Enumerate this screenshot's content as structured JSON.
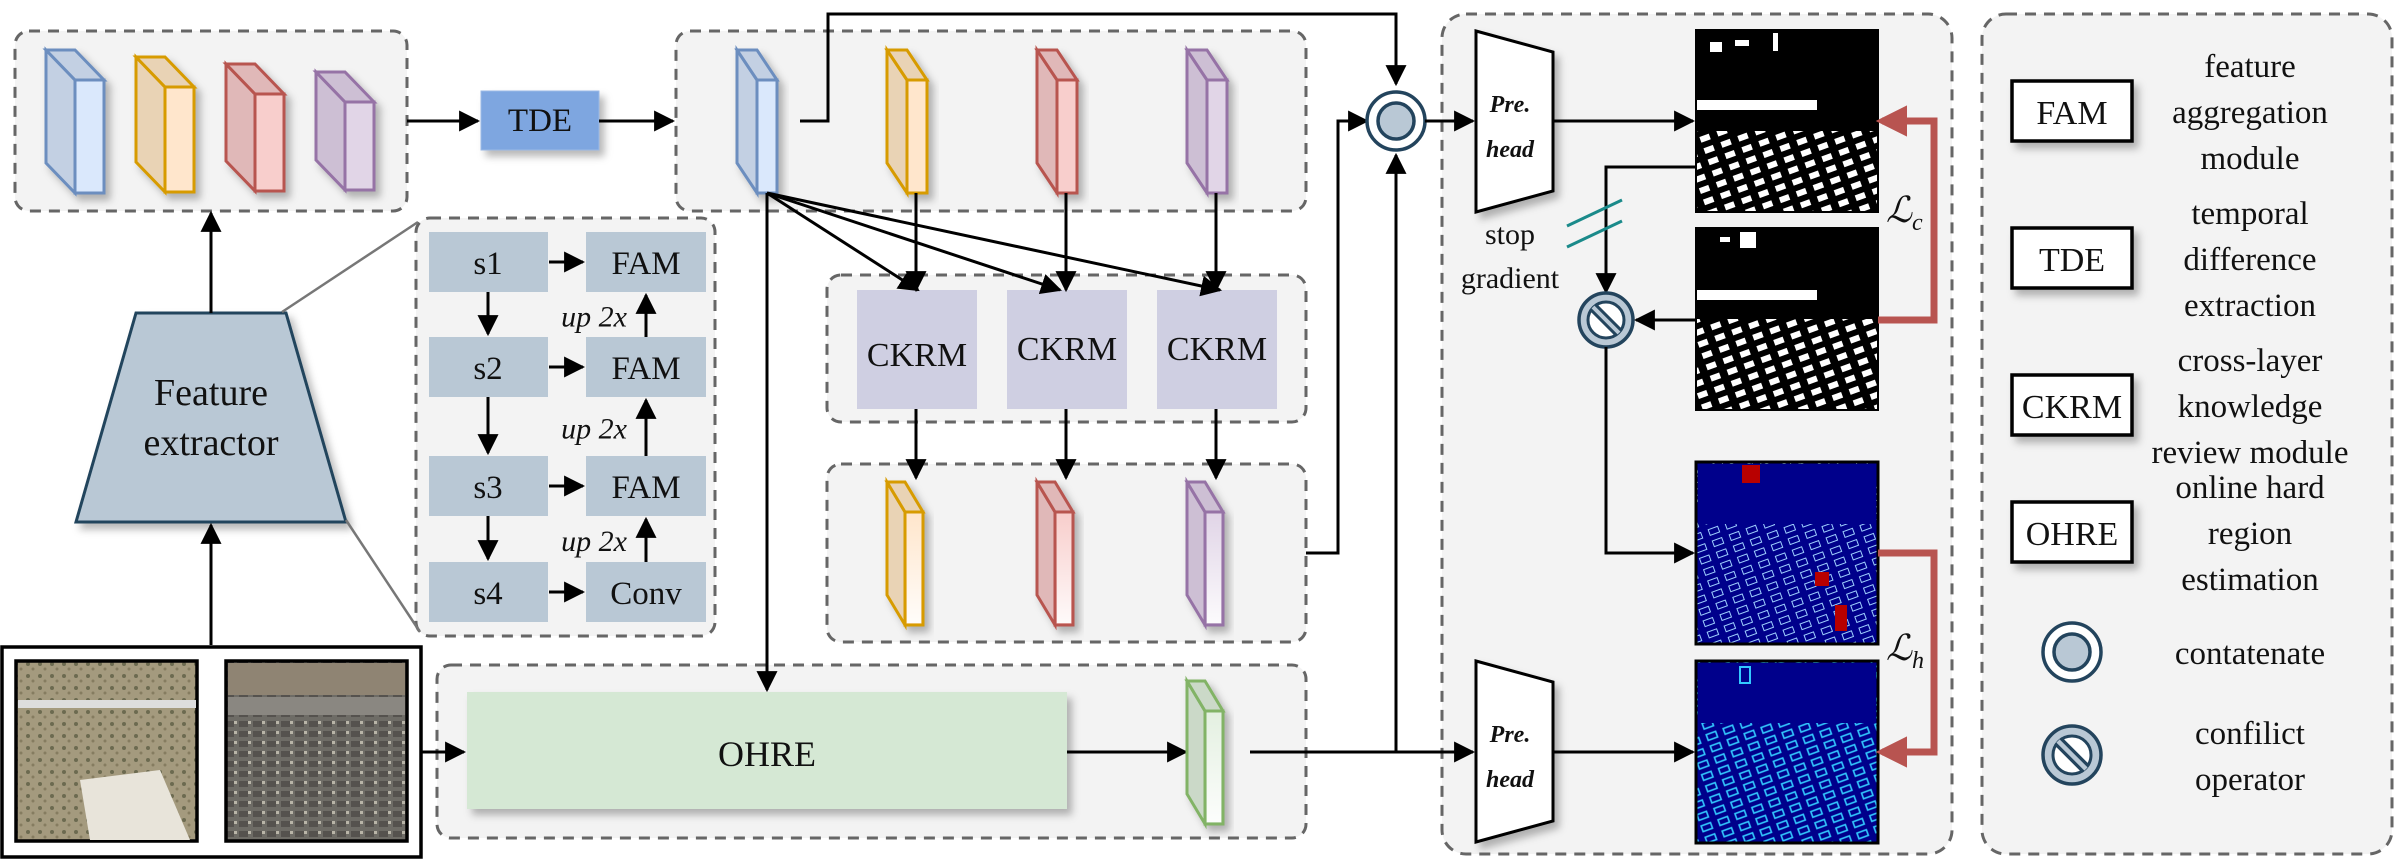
{
  "colors": {
    "panel_bg": "#f3f3f3",
    "dash": "#666666",
    "tde_fill": "#7ea6e0",
    "stage_fill": "#b9c8d5",
    "ckrm_fill": "#cfcfe2",
    "ohre_fill": "#d5e8d4",
    "extractor_fill": "#b9c8d5",
    "operator_stroke": "#23445d",
    "loss_arrow": "#b85450",
    "stop_gradient_mark": "#1a8a8a",
    "cube_blue": "#6c8ebf",
    "cube_orange": "#d79b00",
    "cube_red": "#b85450",
    "cube_purple": "#9673a6",
    "cube_green": "#82b366"
  },
  "modules": {
    "tde": "TDE",
    "feature_extractor_line1": "Feature",
    "feature_extractor_line2": "extractor",
    "ckrm": [
      "CKRM",
      "CKRM",
      "CKRM"
    ],
    "ohre": "OHRE",
    "pre_head_line1": "Pre.",
    "pre_head_line2": "head"
  },
  "decoder": {
    "stages": [
      "s1",
      "s2",
      "s3",
      "s4"
    ],
    "fam_blocks": [
      "FAM",
      "FAM",
      "FAM",
      "Conv"
    ],
    "upsample_labels": [
      "up 2x",
      "up 2x",
      "up 2x"
    ]
  },
  "annotations": {
    "stop_gradient_line1": "stop",
    "stop_gradient_line2": "gradient",
    "loss_c_symbol": "ℒ",
    "loss_c_sub": "c",
    "loss_h_symbol": "ℒ",
    "loss_h_sub": "h"
  },
  "legend": {
    "items": [
      {
        "key": "FAM",
        "lines": [
          "feature",
          "aggregation",
          "module"
        ]
      },
      {
        "key": "TDE",
        "lines": [
          "temporal",
          "difference",
          "extraction"
        ]
      },
      {
        "key": "CKRM",
        "lines": [
          "cross-layer",
          "knowledge",
          "review module"
        ]
      },
      {
        "key": "OHRE",
        "lines": [
          "online hard",
          "region",
          "estimation"
        ]
      },
      {
        "key": "concatenate-icon",
        "lines": [
          "contatenate"
        ]
      },
      {
        "key": "conflict-operator-icon",
        "lines": [
          "confilict",
          "operator"
        ]
      }
    ]
  },
  "images": {
    "input_t1": "aerial image (time 1)",
    "input_t2": "aerial image (time 2)",
    "binary_pred_1": "binary change map (prediction)",
    "binary_pred_2": "binary change map (reference)",
    "heatmap_hard": "hard region heatmap",
    "heatmap_pred": "hard region prediction heatmap"
  }
}
